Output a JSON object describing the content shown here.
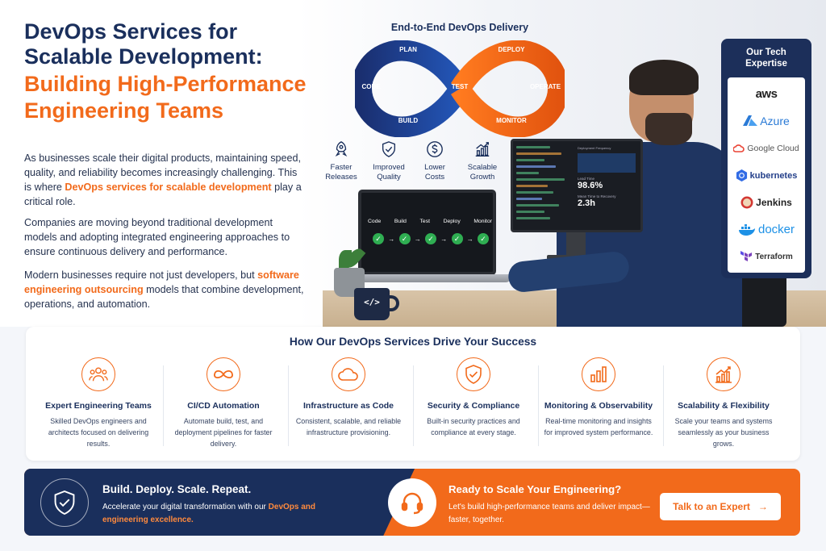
{
  "hero": {
    "title_line1": "DevOps Services for",
    "title_line2": "Scalable Development:",
    "title_line3": "Building High-Performance",
    "title_line4": "Engineering Teams",
    "p1_a": "As businesses scale their digital products, maintaining speed, quality, and reliability becomes increasingly challenging. This is where ",
    "p1_hl": "DevOps services for scalable development",
    "p1_b": " play a critical role.",
    "p2": "Companies are moving beyond traditional development models and adopting integrated engineering approaches to ensure continuous delivery and performance.",
    "p3_a": "Modern businesses require not just developers, but ",
    "p3_hl": "software engineering outsourcing",
    "p3_b": " models that combine development, operations, and automation."
  },
  "loop": {
    "title": "End-to-End DevOps Delivery",
    "stages": [
      "PLAN",
      "CODE",
      "BUILD",
      "TEST",
      "DEPLOY",
      "OPERATE",
      "MONITOR"
    ]
  },
  "benefits": [
    {
      "label_1": "Faster",
      "label_2": "Releases",
      "icon": "rocket-icon"
    },
    {
      "label_1": "Improved",
      "label_2": "Quality",
      "icon": "shield-check-icon"
    },
    {
      "label_1": "Lower",
      "label_2": "Costs",
      "icon": "dollar-icon"
    },
    {
      "label_1": "Scalable",
      "label_2": "Growth",
      "icon": "growth-chart-icon"
    }
  ],
  "laptop": {
    "stages": [
      "Code",
      "Build",
      "Test",
      "Deploy",
      "Monitor"
    ]
  },
  "monitor": {
    "dash_title": "Deployment Frequency",
    "m1_label": "Lead Time",
    "m1_value": "98.6%",
    "m2_label": "Mean Time to Recovery",
    "m2_value": "2.3h"
  },
  "mug_icon_text": "</>",
  "tech": {
    "title_1": "Our Tech",
    "title_2": "Expertise",
    "items": [
      "aws",
      "Azure",
      "Google Cloud",
      "kubernetes",
      "Jenkins",
      "docker",
      "Terraform"
    ]
  },
  "services": {
    "title": "How Our DevOps Services Drive Your Success",
    "items": [
      {
        "title": "Expert Engineering Teams",
        "desc": "Skilled DevOps engineers and architects focused on delivering results.",
        "icon": "team-icon"
      },
      {
        "title": "CI/CD Automation",
        "desc": "Automate build, test, and deployment pipelines for faster delivery.",
        "icon": "infinity-icon"
      },
      {
        "title": "Infrastructure as Code",
        "desc": "Consistent, scalable, and reliable infrastructure provisioning.",
        "icon": "cloud-icon"
      },
      {
        "title": "Security & Compliance",
        "desc": "Built-in security practices and compliance at every stage.",
        "icon": "shield-check-icon"
      },
      {
        "title": "Monitoring & Observability",
        "desc": "Real-time monitoring and insights for improved system performance.",
        "icon": "bar-chart-icon"
      },
      {
        "title": "Scalability & Flexibility",
        "desc": "Scale your teams and systems seamlessly as your business grows.",
        "icon": "growth-chart-icon"
      }
    ]
  },
  "banner": {
    "left_title": "Build. Deploy. Scale. Repeat.",
    "left_sub_a": "Accelerate your digital transformation with our ",
    "left_sub_hl": "DevOps and engineering excellence.",
    "right_title": "Ready to Scale Your Engineering?",
    "right_sub": "Let's build high-performance teams and deliver impact—faster, together.",
    "cta_label": "Talk to an Expert",
    "cta_icon": "→"
  },
  "colors": {
    "navy": "#1a2f5c",
    "orange": "#f26a1b",
    "loop_blue": "#1f3f8a",
    "loop_orange": "#f26a1b",
    "check_green": "#2fae52"
  }
}
